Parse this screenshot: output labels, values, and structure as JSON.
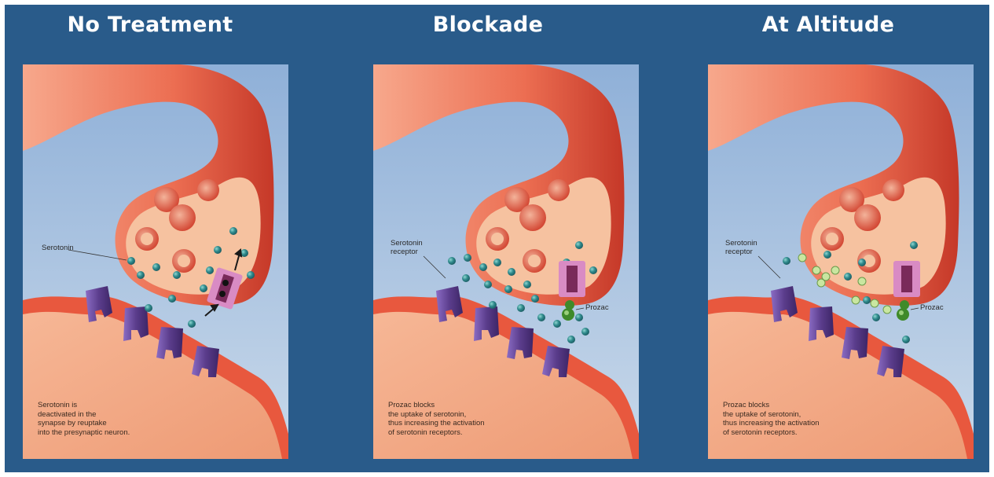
{
  "panels": [
    {
      "title": "No Treatment",
      "label_serotonin": "Serotonin",
      "caption": [
        "Serotonin is",
        "deactivated in the",
        "synapse by reuptake",
        "into the presynaptic neuron."
      ]
    },
    {
      "title": "Blockade",
      "label_receptor": [
        "Serotonin",
        "receptor"
      ],
      "label_drug": "Prozac",
      "caption": [
        "Prozac blocks",
        "the uptake of serotonin,",
        "thus increasing the activation",
        "of serotonin receptors."
      ]
    },
    {
      "title": "At Altitude",
      "label_receptor": [
        "Serotonin",
        "receptor"
      ],
      "label_drug": "Prozac",
      "caption": [
        "Prozac blocks",
        "the uptake of serotonin,",
        "thus increasing the activation",
        "of serotonin receptors."
      ]
    }
  ],
  "colors": {
    "background": "#295b8a",
    "sky": "#9ab8dc",
    "neuron": "#ef8262",
    "neuron_dark": "#c9402a",
    "cell_body": "#f2a47e",
    "receptor": "#5b3d8c",
    "serotonin": "#2f8a8c",
    "prozac": "#3f8a2a",
    "transporter": "#d98bc4"
  }
}
